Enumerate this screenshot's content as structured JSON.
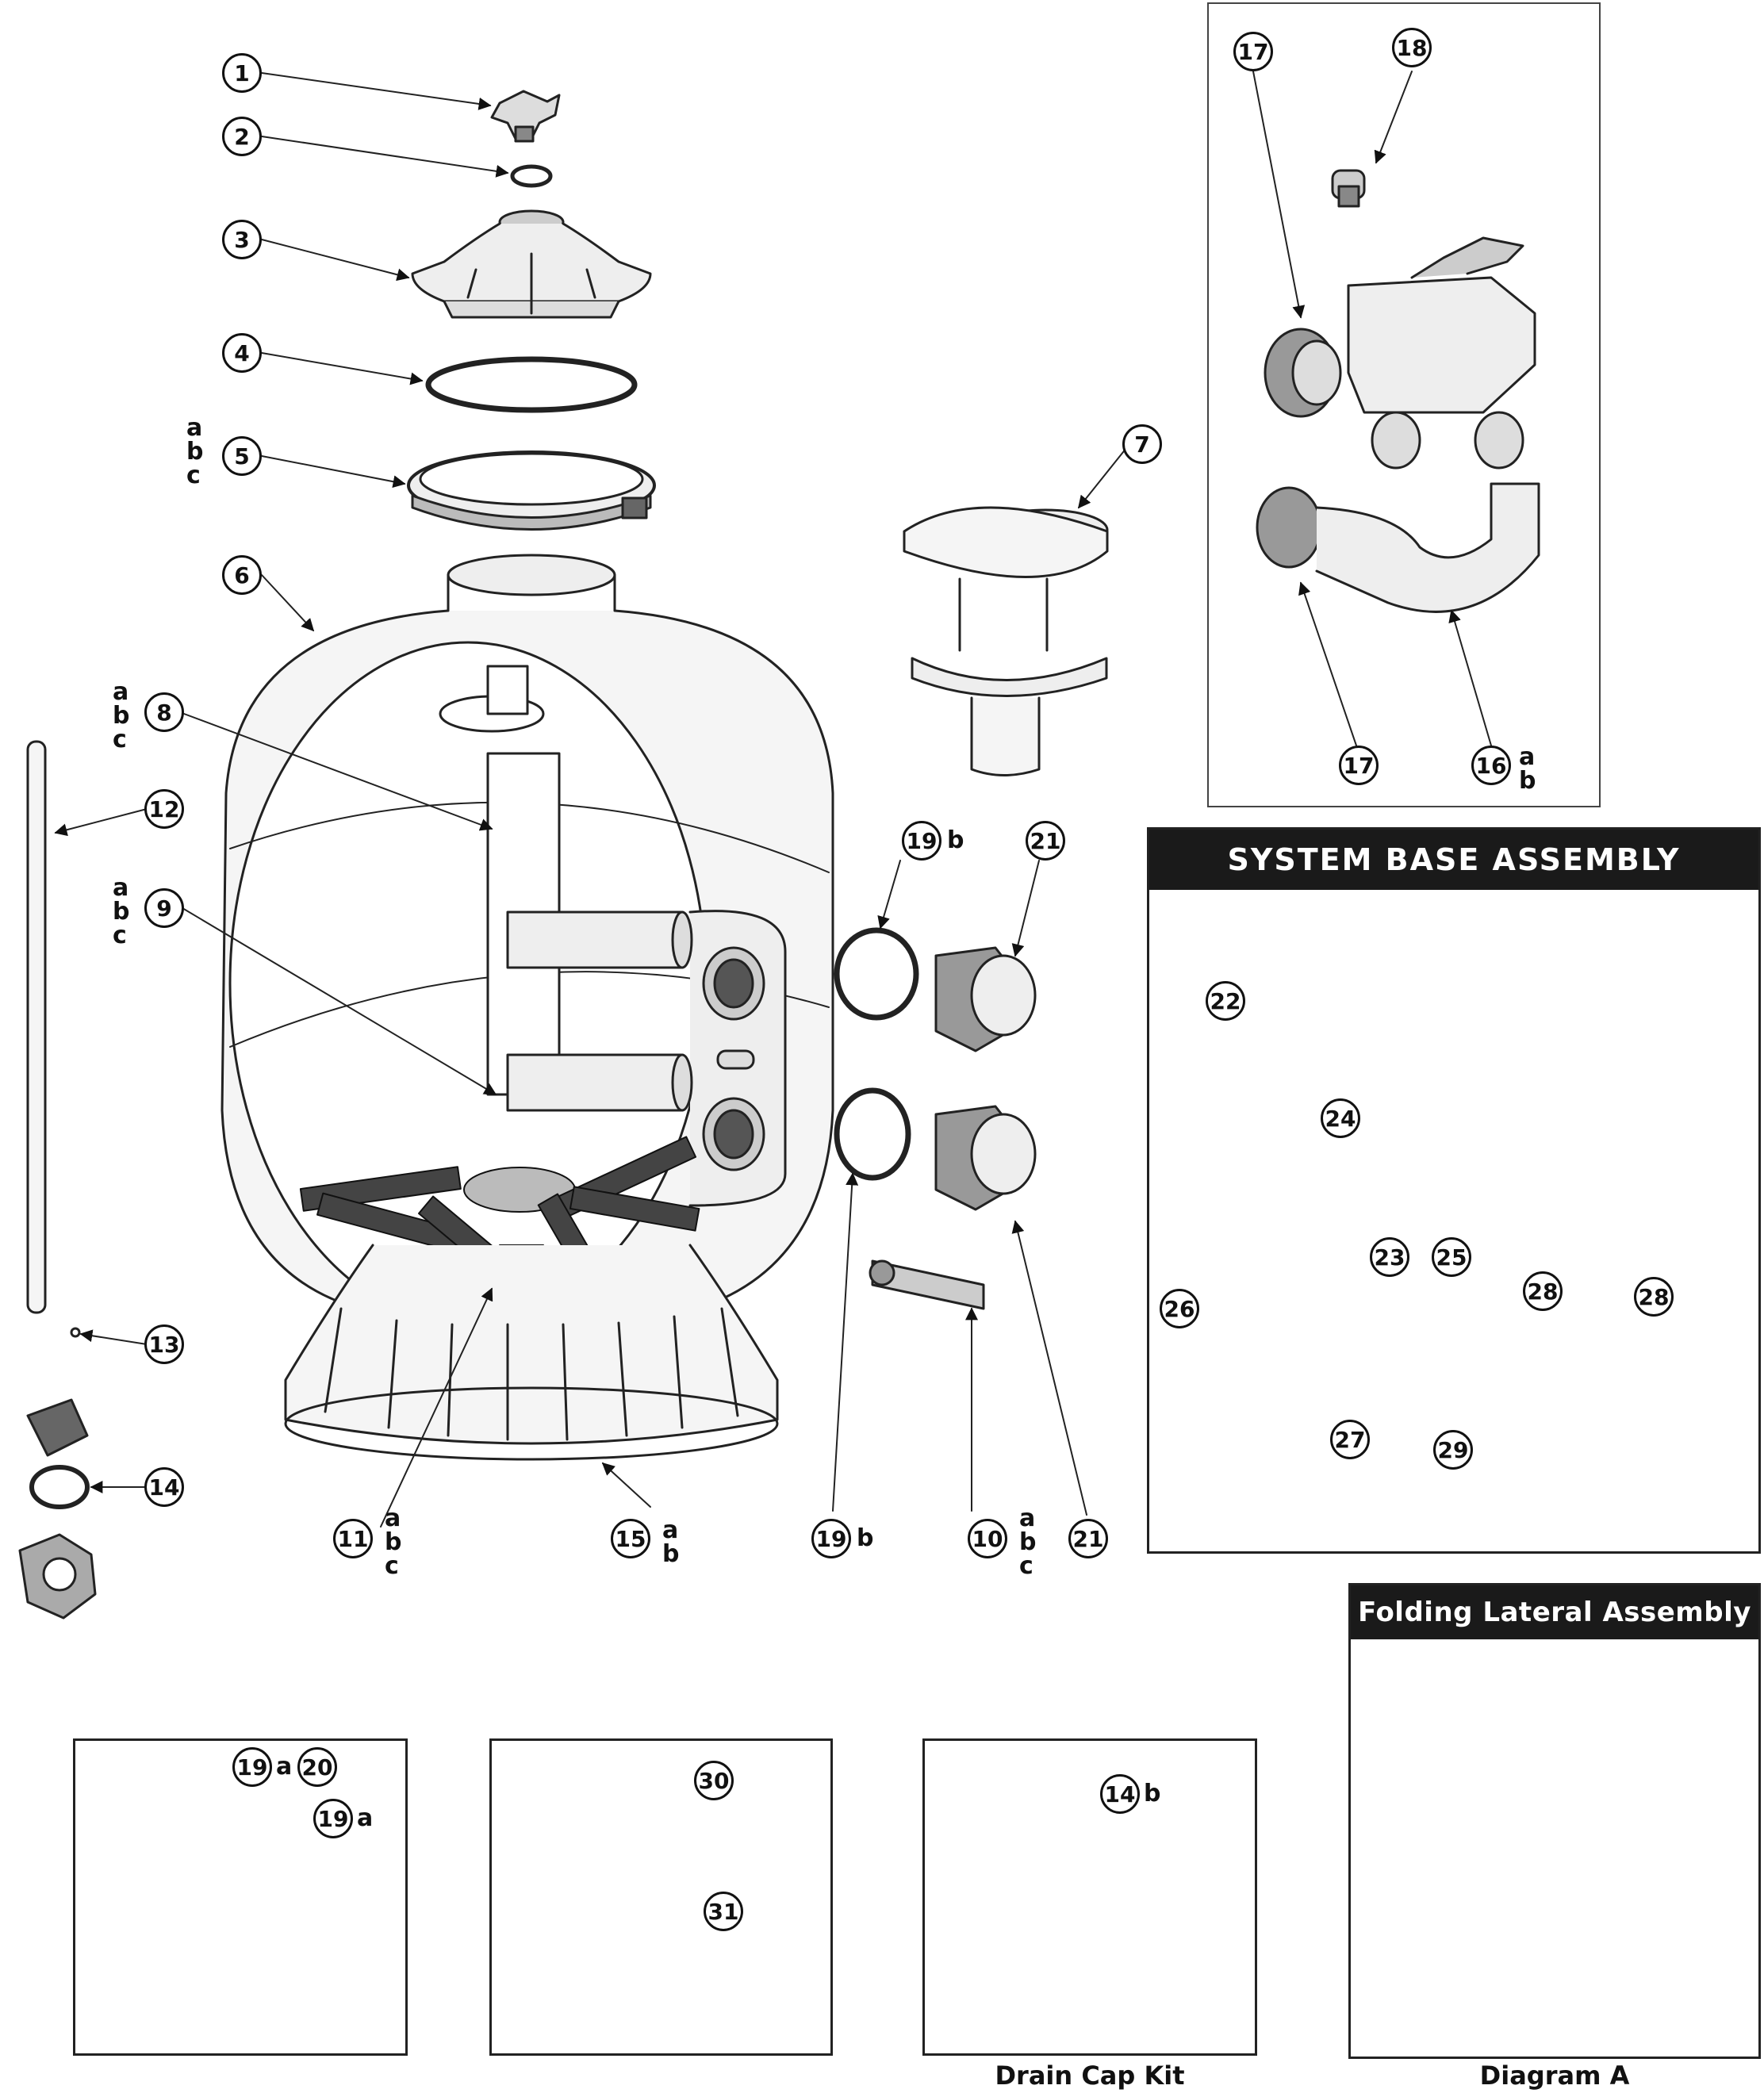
{
  "panels": {
    "system_base": {
      "title": "SYSTEM BASE ASSEMBLY"
    },
    "folding_lateral": {
      "title": "Folding Lateral Assembly",
      "caption": "Diagram A"
    },
    "drain_cap": {
      "caption": "Drain Cap Kit"
    }
  },
  "callouts": [
    {
      "id": "c1",
      "label": "1"
    },
    {
      "id": "c2",
      "label": "2"
    },
    {
      "id": "c3",
      "label": "3"
    },
    {
      "id": "c4",
      "label": "4"
    },
    {
      "id": "c5",
      "label": "5",
      "suffix": "a\nb\nc"
    },
    {
      "id": "c6",
      "label": "6"
    },
    {
      "id": "c7",
      "label": "7"
    },
    {
      "id": "c8",
      "label": "8",
      "suffix": "a\nb\nc"
    },
    {
      "id": "c9",
      "label": "9",
      "suffix": "a\nb\nc"
    },
    {
      "id": "c10",
      "label": "10",
      "suffix": "a\nb\nc"
    },
    {
      "id": "c11",
      "label": "11",
      "suffix": "a\nb\nc"
    },
    {
      "id": "c12",
      "label": "12"
    },
    {
      "id": "c13",
      "label": "13"
    },
    {
      "id": "c14",
      "label": "14"
    },
    {
      "id": "c15",
      "label": "15",
      "suffix": "a\nb"
    },
    {
      "id": "c16",
      "label": "16",
      "suffix": "a\nb"
    },
    {
      "id": "c17a",
      "label": "17"
    },
    {
      "id": "c17b",
      "label": "17"
    },
    {
      "id": "c18",
      "label": "18"
    },
    {
      "id": "c19a",
      "label": "19",
      "suffix": "b"
    },
    {
      "id": "c19b",
      "label": "19",
      "suffix": "b"
    },
    {
      "id": "c21a",
      "label": "21"
    },
    {
      "id": "c21b",
      "label": "21"
    },
    {
      "id": "c22",
      "label": "22"
    },
    {
      "id": "c23",
      "label": "23"
    },
    {
      "id": "c24",
      "label": "24"
    },
    {
      "id": "c25",
      "label": "25"
    },
    {
      "id": "c26",
      "label": "26"
    },
    {
      "id": "c27",
      "label": "27"
    },
    {
      "id": "c28a",
      "label": "28"
    },
    {
      "id": "c28b",
      "label": "28"
    },
    {
      "id": "c29",
      "label": "29"
    },
    {
      "id": "c19c",
      "label": "19",
      "suffix": "a"
    },
    {
      "id": "c20",
      "label": "20"
    },
    {
      "id": "c19d",
      "label": "19",
      "suffix": "a"
    },
    {
      "id": "c30",
      "label": "30"
    },
    {
      "id": "c31",
      "label": "31"
    },
    {
      "id": "c14b",
      "label": "14",
      "suffix": "b"
    }
  ]
}
